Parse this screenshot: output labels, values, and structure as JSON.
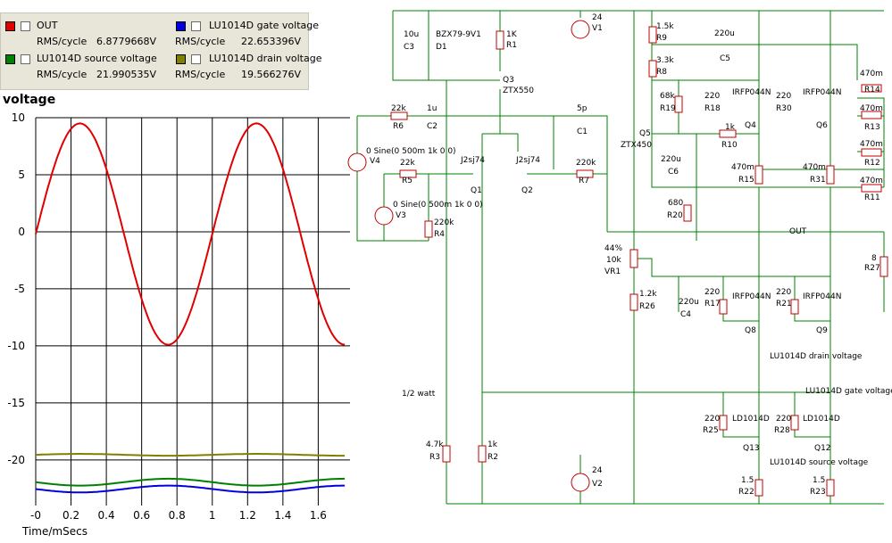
{
  "legend": {
    "items": [
      {
        "name": "OUT",
        "rms_label": "RMS/cycle",
        "rms_value": "6.8779668V",
        "color": "#e00000"
      },
      {
        "name": "LU1014D gate voltage",
        "rms_label": "RMS/cycle",
        "rms_value": "22.653396V",
        "color": "#0000e0"
      },
      {
        "name": "LU1014D source voltage",
        "rms_label": "RMS/cycle",
        "rms_value": "21.990535V",
        "color": "#008000"
      },
      {
        "name": "LU1014D drain voltage",
        "rms_label": "RMS/cycle",
        "rms_value": "19.566276V",
        "color": "#808000"
      }
    ]
  },
  "chart_data": {
    "type": "line",
    "title": "voltage",
    "xlabel": "Time/mSecs",
    "ylabel": "voltage",
    "xlim": [
      0,
      1.78
    ],
    "ylim": [
      -24,
      10
    ],
    "x_ticks": [
      "-0",
      "0.2",
      "0.4",
      "0.6",
      "0.8",
      "1",
      "1.2",
      "1.4",
      "1.6"
    ],
    "y_ticks": [
      "10",
      "5",
      "0",
      "-5",
      "-10",
      "-15",
      "-20"
    ],
    "grid": true,
    "series": [
      {
        "name": "OUT",
        "color": "#e00000",
        "kind": "sine",
        "amplitude": 9.7,
        "offset": -0.2,
        "period": 1.0,
        "phase": 0
      },
      {
        "name": "LU1014D drain voltage",
        "color": "#808000",
        "kind": "sine",
        "amplitude": 0.08,
        "offset": -19.55,
        "period": 1.0,
        "phase": 0
      },
      {
        "name": "LU1014D source voltage",
        "color": "#008000",
        "kind": "sine",
        "amplitude": 0.3,
        "offset": -21.95,
        "period": 1.0,
        "phase": 0.5
      },
      {
        "name": "LU1014D gate voltage",
        "color": "#0000e0",
        "kind": "sine",
        "amplitude": 0.3,
        "offset": -22.55,
        "period": 1.0,
        "phase": 0.5
      }
    ]
  },
  "schematic": {
    "labels": {
      "c3": "10u",
      "c3n": "C3",
      "d1": "BZX79-9V1",
      "d1n": "D1",
      "r1": "1K",
      "r1n": "R1",
      "v1": "24",
      "v1n": "V1",
      "q3n": "Q3",
      "q3": "ZTX550",
      "r9": "1.5k",
      "r9n": "R9",
      "c5": "220u",
      "c5n": "C5",
      "r8": "3.3k",
      "r8n": "R8",
      "r14": "470m",
      "r14n": "R14",
      "r13": "470m",
      "r13n": "R13",
      "r12": "470m",
      "r12n": "R12",
      "r11": "470m",
      "r11n": "R11",
      "r6": "22k",
      "r6n": "R6",
      "c2": "1u",
      "c2n": "C2",
      "c1": "5p",
      "c1n": "C1",
      "r19": "68k",
      "r19n": "R19",
      "r18": "220",
      "r18n": "R18",
      "q4t": "IRFP044N",
      "q4n": "Q4",
      "r30": "220",
      "r30n": "R30",
      "q6t": "IRFP044N",
      "q6n": "Q6",
      "q5n": "Q5",
      "q5": "ZTX450",
      "r10": "1k",
      "r10n": "R10",
      "v4": "0 Sine(0 500m 1k 0 0)",
      "v4n": "V4",
      "r5": "22k",
      "r5n": "R5",
      "q1t": "J2sj74",
      "q1n": "Q1",
      "q2t": "J2sj74",
      "q2n": "Q2",
      "r7": "220k",
      "r7n": "R7",
      "c6": "220u",
      "c6n": "C6",
      "r15": "470m",
      "r15n": "R15",
      "r31": "470m",
      "r31n": "R31",
      "v3": "0 Sine(0 500m 1k 0 0)",
      "v3n": "V3",
      "r4": "220k",
      "r4n": "R4",
      "r20": "680",
      "r20n": "R20",
      "out": "OUT",
      "r27": "8",
      "r27n": "R27",
      "vr1p": "44%",
      "vr1": "10k",
      "vr1n": "VR1",
      "r26": "1.2k",
      "r26n": "R26",
      "c4": "220u",
      "c4n": "C4",
      "r17": "220",
      "r17n": "R17",
      "q8t": "IRFP044N",
      "q8n": "Q8",
      "r21": "220",
      "r21n": "R21",
      "q9t": "IRFP044N",
      "q9n": "Q9",
      "probe_drain": "LU1014D drain voltage",
      "probe_gate": "LU1014D gate voltage",
      "probe_source": "LU1014D source voltage",
      "watt": "1/2 watt",
      "r25": "220",
      "r25n": "R25",
      "q13t": "LD1014D",
      "q13n": "Q13",
      "r28": "220",
      "r28n": "R28",
      "q12t": "LD1014D",
      "q12n": "Q12",
      "r3": "4.7k",
      "r3n": "R3",
      "r2": "1k",
      "r2n": "R2",
      "v2": "24",
      "v2n": "V2",
      "r22": "1.5",
      "r22n": "R22",
      "r23": "1.5",
      "r23n": "R23"
    }
  }
}
